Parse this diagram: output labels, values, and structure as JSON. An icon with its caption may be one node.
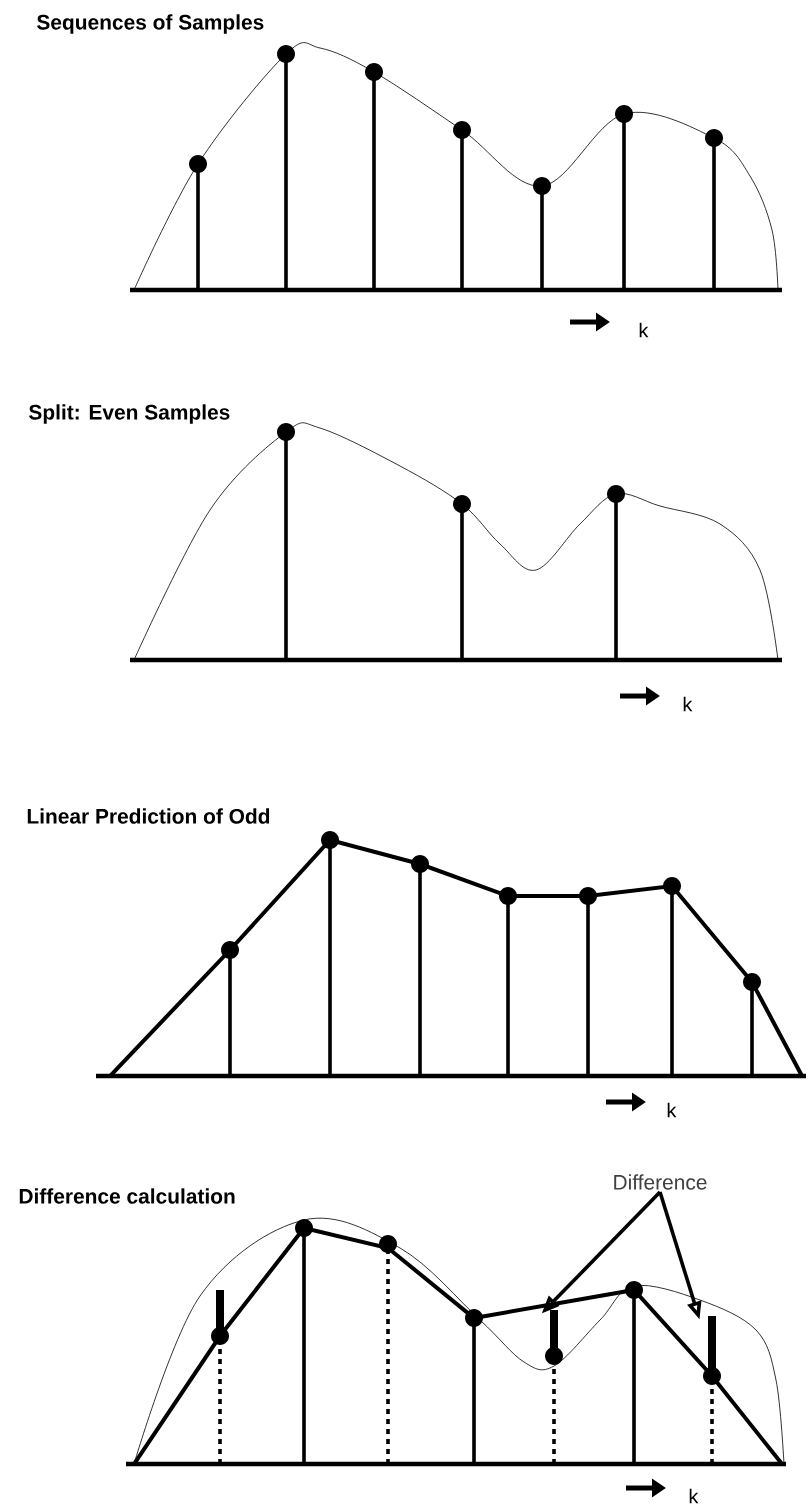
{
  "diagram": {
    "nodes": [
      {
        "text": [
          "Difference"
        ]
      },
      {
        "text": [],
        "shape": "bar"
      },
      {
        "text": [],
        "shape": "bar"
      },
      {
        "text": [],
        "shape": "bar"
      }
    ],
    "edges": [
      {
        "from": 0,
        "to": 2,
        "arrow": "to"
      },
      {
        "from": 0,
        "to": 3,
        "arrow": "to"
      }
    ],
    "labels": [
      "Sequences of Samples",
      "k",
      "Split: Even Samples",
      "k",
      "Linear Prediction of Odd",
      "k",
      "Difference calculation",
      "k"
    ]
  }
}
